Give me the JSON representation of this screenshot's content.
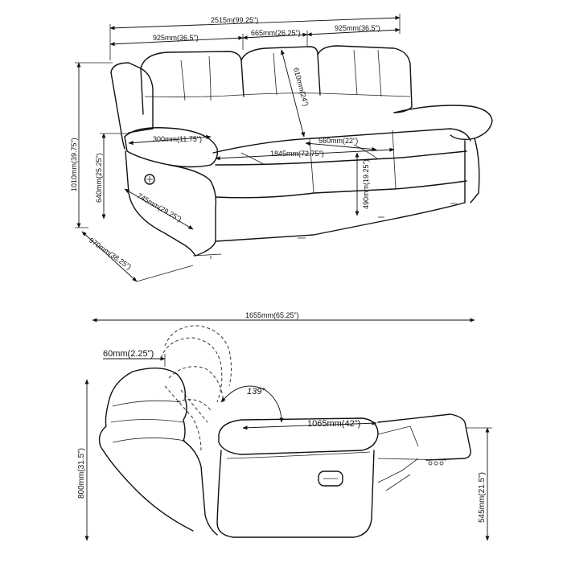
{
  "dimensions": {
    "overall_width": "2515m(99.25\")",
    "left_section": "925mm(36.5\")",
    "middle_section": "665mm(26.25\")",
    "right_section": "925mm(36.5\")",
    "back_height": "610mm(24\")",
    "arm_width": "300mm(11.75\")",
    "seat_depth": "560mm(22\")",
    "seat_width": "1845mm(72.75\")",
    "seat_height": "490mm(19.25\")",
    "overall_height": "1010mm(39.75\")",
    "arm_height": "640mm(25.25\")",
    "arm_depth": "745mm(29.25\")",
    "overall_depth": "970mm(38.25\")",
    "reclined_length": "1655mm(65.25\")",
    "headrest": "60mm(2.25\")",
    "recline_angle": "139°",
    "reclined_seat": "1065mm(42\")",
    "side_height": "800mm(31.5\")",
    "footrest_height": "545mm(21.5\")"
  },
  "colors": {
    "line": "#111111",
    "background": "#ffffff"
  }
}
